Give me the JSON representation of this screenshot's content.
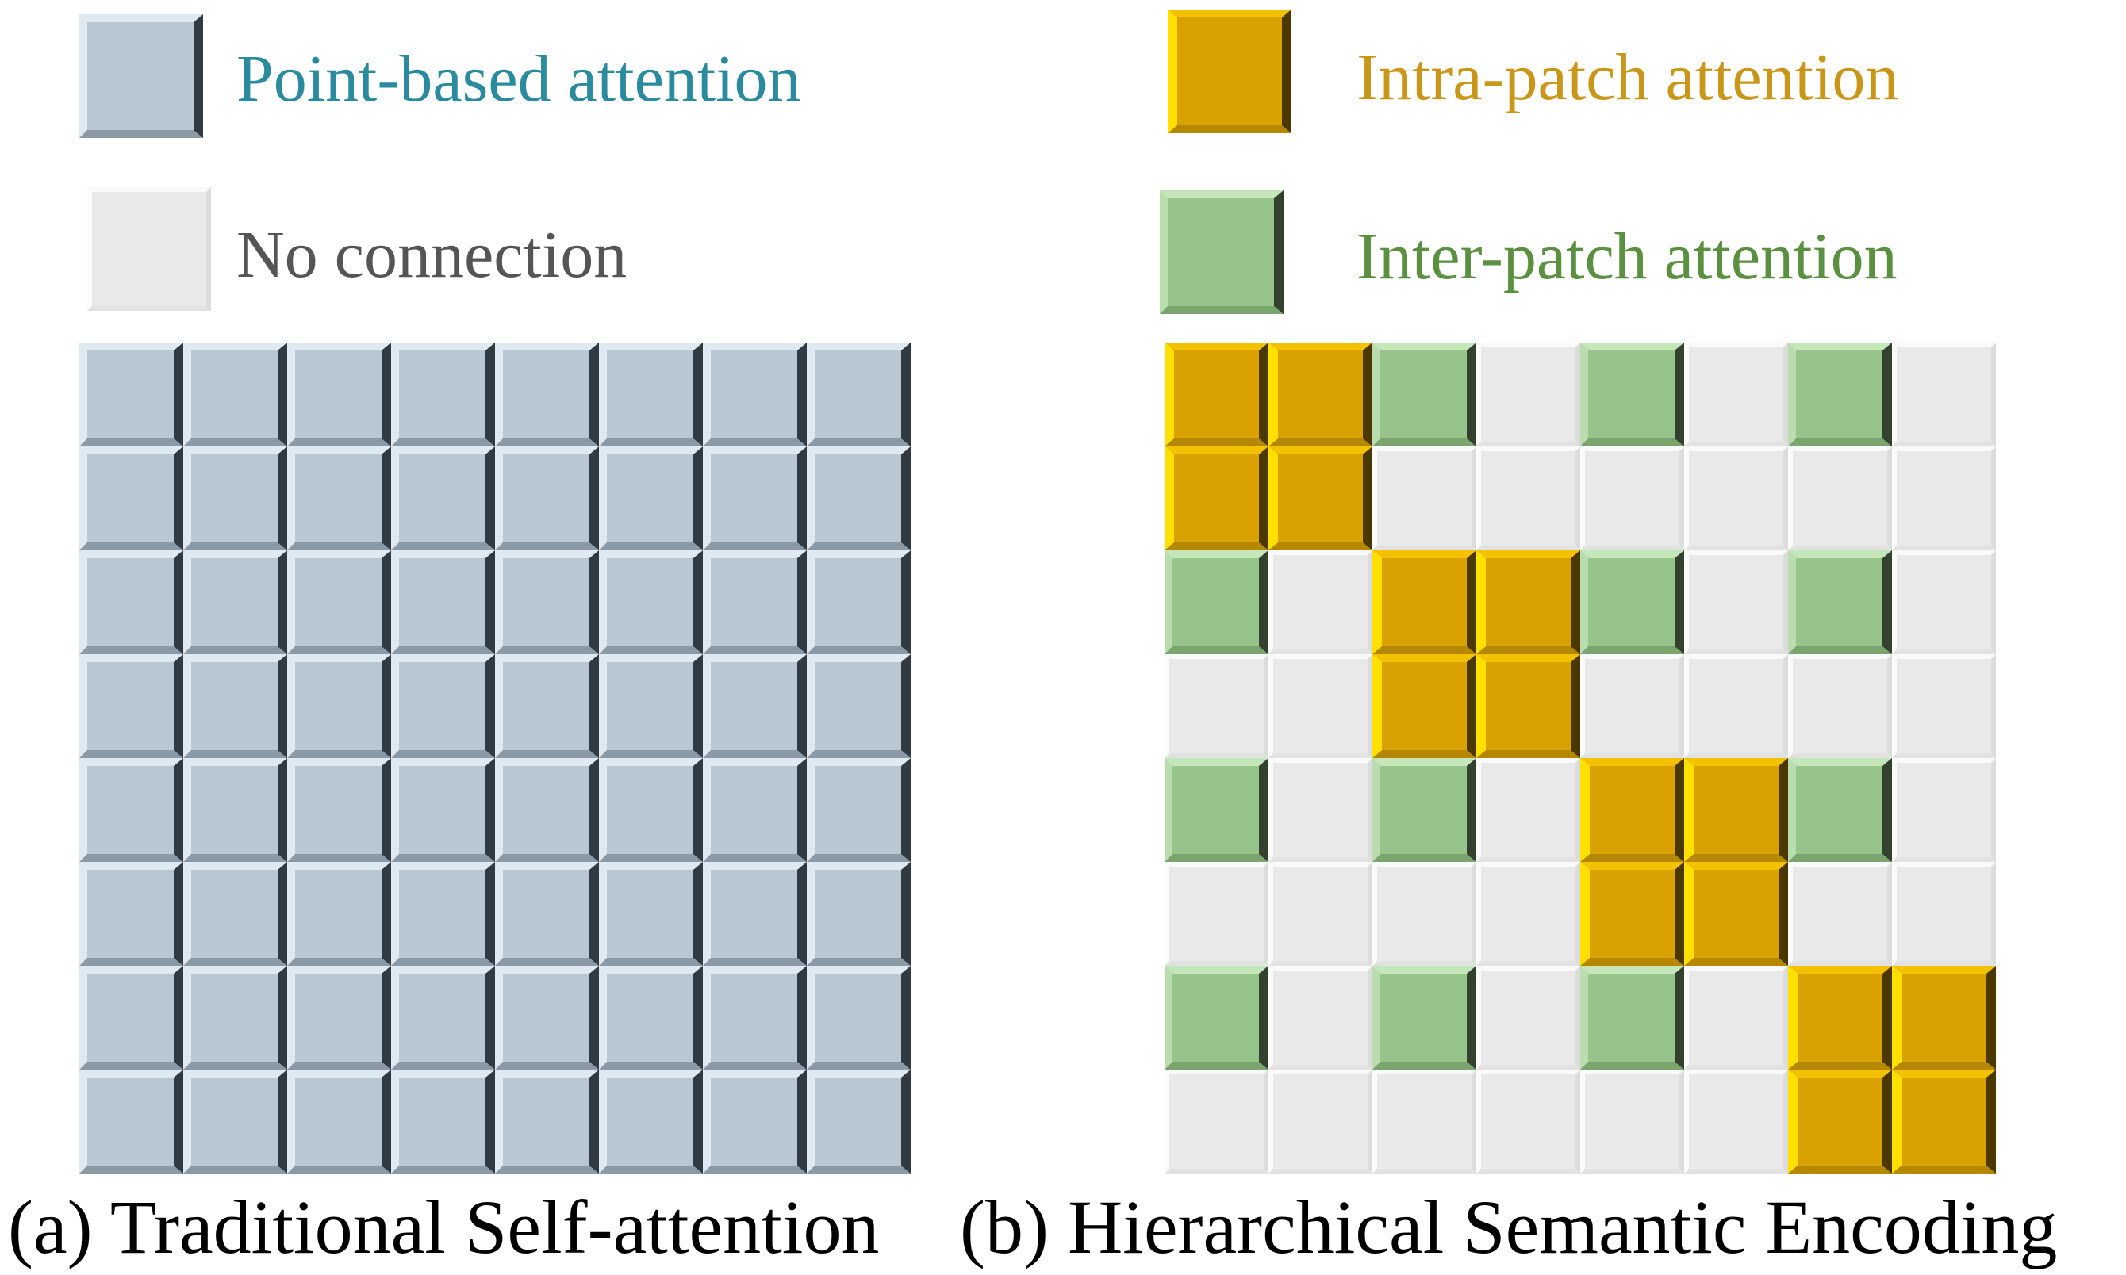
{
  "legend": {
    "point_based": {
      "label": "Point-based attention",
      "color": "#2a8a9e"
    },
    "no_connection": {
      "label": "No connection",
      "color": "#555555"
    },
    "intra_patch": {
      "label": "Intra-patch attention",
      "color": "#c9961a"
    },
    "inter_patch": {
      "label": "Inter-patch attention",
      "color": "#5a9040"
    }
  },
  "captions": {
    "left": "(a) Traditional Self-attention",
    "right": "(b) Hierarchical Semantic Encoding"
  },
  "colors": {
    "point_based": "#b8c7d2",
    "no_connection": "#e9e9e9",
    "intra_patch": "#d9a200",
    "inter_patch": "#96c48a"
  },
  "left_matrix": {
    "rows": 8,
    "cols": 8,
    "cell_type": "point"
  },
  "right_matrix": {
    "rows": 8,
    "cols": 8,
    "cells": [
      [
        "intra",
        "intra",
        "inter",
        "none",
        "inter",
        "none",
        "inter",
        "none"
      ],
      [
        "intra",
        "intra",
        "none",
        "none",
        "none",
        "none",
        "none",
        "none"
      ],
      [
        "inter",
        "none",
        "intra",
        "intra",
        "inter",
        "none",
        "inter",
        "none"
      ],
      [
        "none",
        "none",
        "intra",
        "intra",
        "none",
        "none",
        "none",
        "none"
      ],
      [
        "inter",
        "none",
        "inter",
        "none",
        "intra",
        "intra",
        "inter",
        "none"
      ],
      [
        "none",
        "none",
        "none",
        "none",
        "intra",
        "intra",
        "none",
        "none"
      ],
      [
        "inter",
        "none",
        "inter",
        "none",
        "inter",
        "none",
        "intra",
        "intra"
      ],
      [
        "none",
        "none",
        "none",
        "none",
        "none",
        "none",
        "intra",
        "intra"
      ]
    ]
  }
}
